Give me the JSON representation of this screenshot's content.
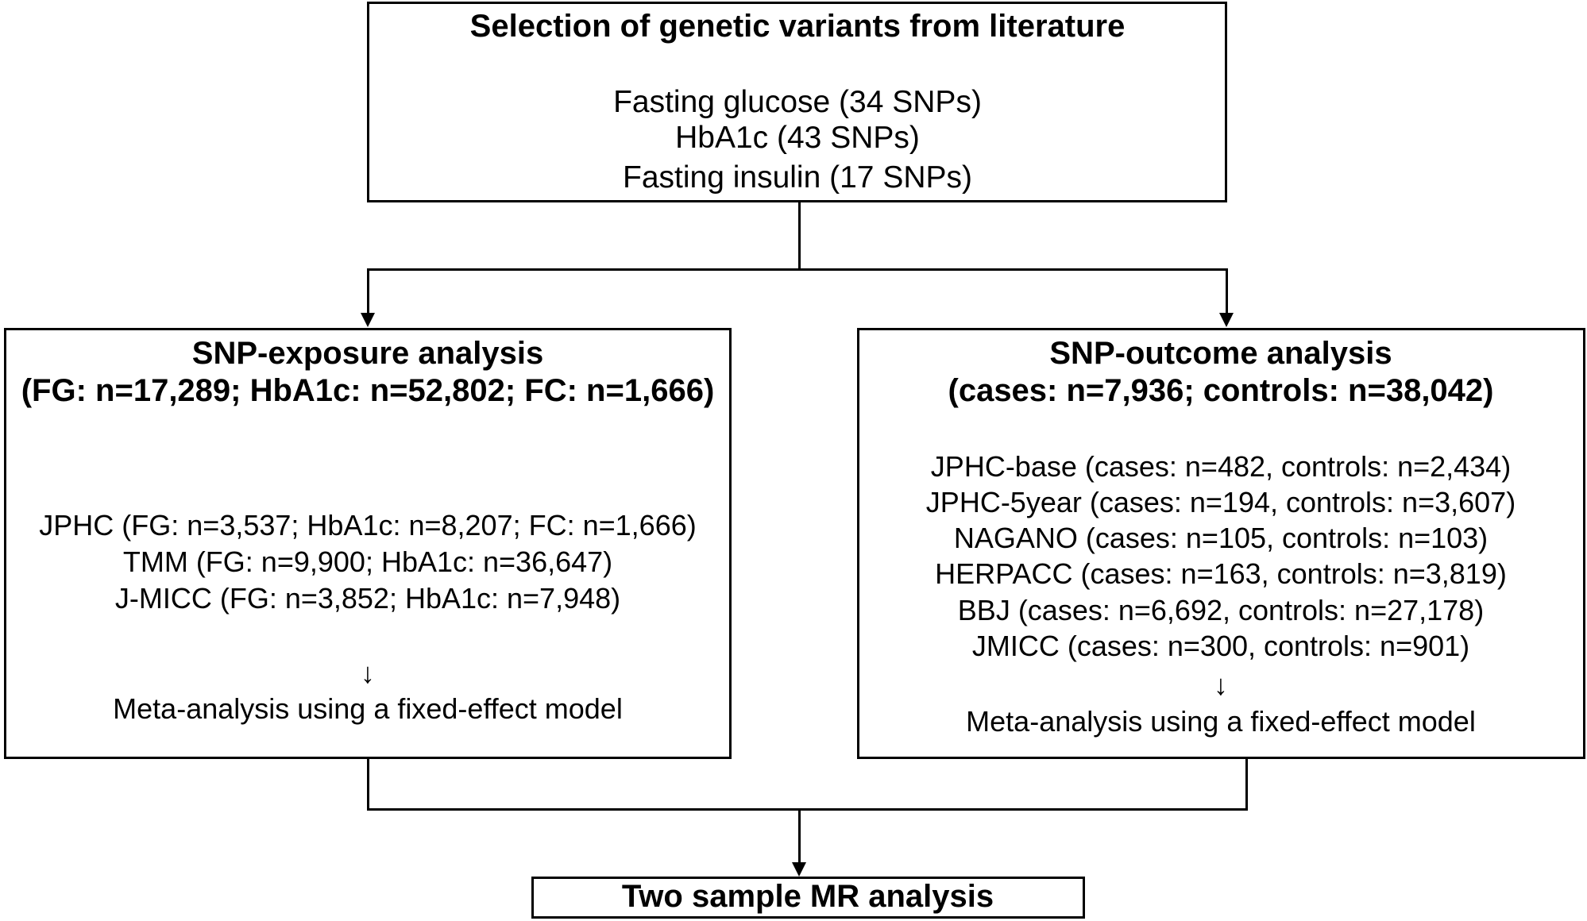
{
  "selection": {
    "title": "Selection of genetic variants from literature",
    "items": [
      "Fasting glucose (34 SNPs)",
      "HbA1c  (43 SNPs)",
      "Fasting insulin (17 SNPs)"
    ]
  },
  "exposure": {
    "title": "SNP-exposure analysis",
    "subtitle": "(FG: n=17,289; HbA1c: n=52,802; FC: n=1,666)",
    "cohorts": [
      "JPHC (FG: n=3,537; HbA1c: n=8,207; FC: n=1,666)",
      "TMM (FG: n=9,900; HbA1c: n=36,647)",
      "J-MICC (FG: n=3,852; HbA1c: n=7,948)"
    ],
    "arrow": "↓",
    "meta": "Meta-analysis using a fixed-effect model"
  },
  "outcome": {
    "title": "SNP-outcome analysis",
    "subtitle": "(cases: n=7,936; controls: n=38,042)",
    "cohorts": [
      "JPHC-base (cases: n=482, controls: n=2,434)",
      "JPHC-5year (cases: n=194, controls: n=3,607)",
      "NAGANO (cases: n=105, controls: n=103)",
      "HERPACC (cases: n=163, controls: n=3,819)",
      "BBJ (cases: n=6,692, controls: n=27,178)",
      "JMICC (cases: n=300, controls: n=901)"
    ],
    "arrow": "↓",
    "meta": "Meta-analysis using a fixed-effect model"
  },
  "final": {
    "title": "Two sample MR analysis"
  }
}
